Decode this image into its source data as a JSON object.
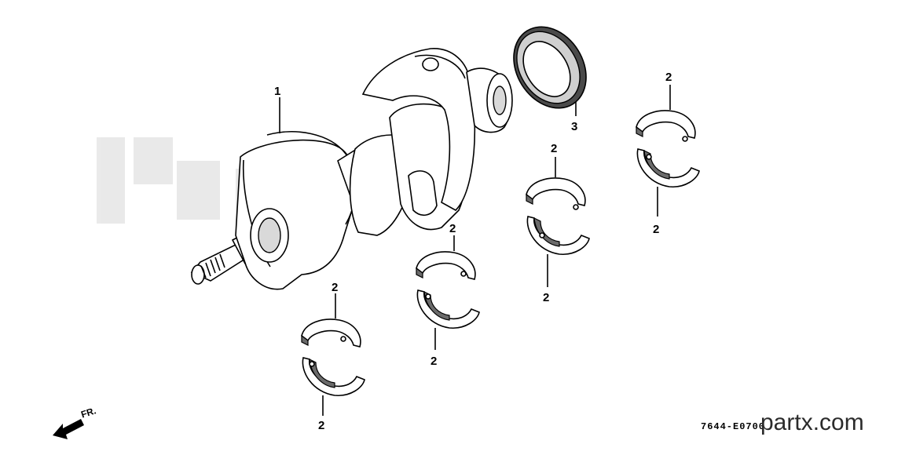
{
  "diagram": {
    "diagram_code": "7644-E0700",
    "watermark": "partx.com",
    "direction_label": "FR.",
    "parts": {
      "crankshaft": {
        "callout": "1"
      },
      "oil_seal": {
        "callout": "3"
      },
      "bearing": {
        "callout": "2"
      }
    }
  }
}
